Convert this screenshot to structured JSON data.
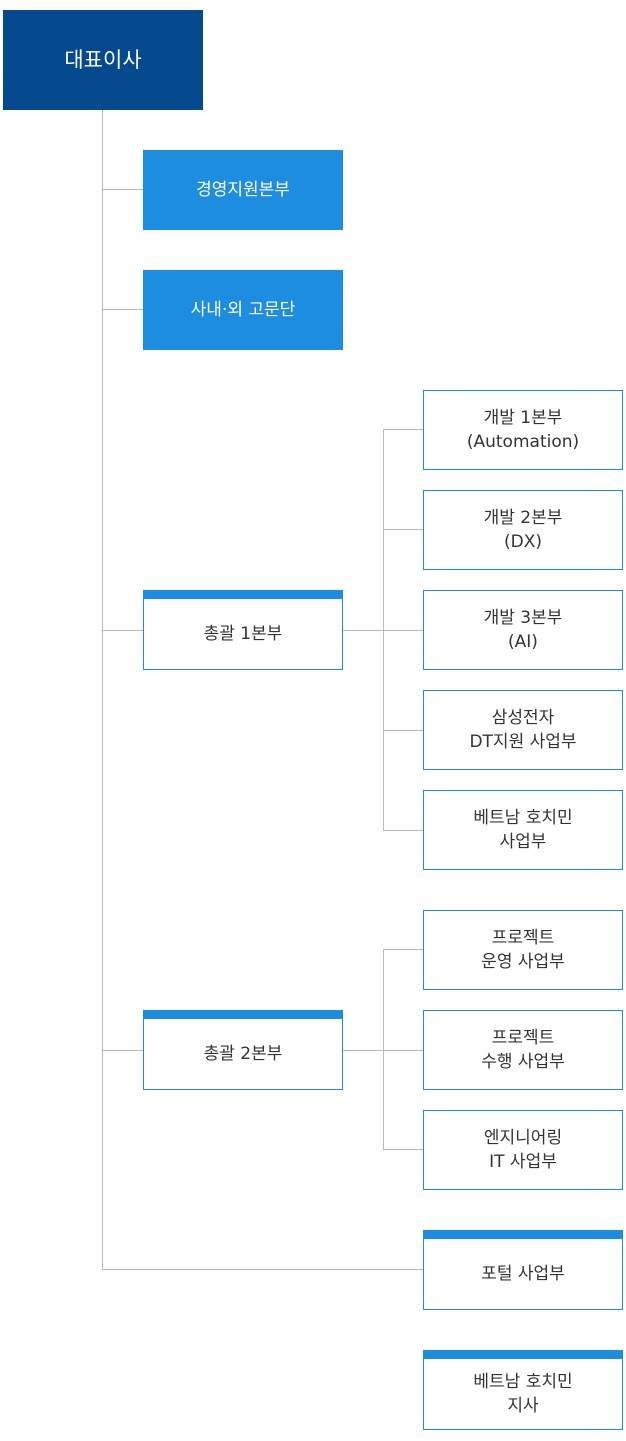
{
  "chart": {
    "ceo": "대표이사",
    "management_support": "경영지원본부",
    "advisors": "사내·외 고문단",
    "general_1": "총괄 1본부",
    "dev1": "개발 1본부\n(Automation)",
    "dev2": "개발 2본부\n(DX)",
    "dev3": "개발 3본부\n(AI)",
    "samsung": "삼성전자\nDT지원 사업부",
    "vietnam_div": "베트남 호치민\n사업부",
    "general_2": "총괄 2본부",
    "project_ops": "프로젝트\n운영 사업부",
    "project_exec": "프로젝트\n수행 사업부",
    "engineering": "엔지니어링\nIT 사업부",
    "portal": "포털 사업부",
    "vietnam_branch": "베트남 호치민\n지사"
  },
  "colors": {
    "ceo_fill": "#054a8e",
    "accent": "#1d8de0",
    "connector": "#b9b9b9"
  }
}
